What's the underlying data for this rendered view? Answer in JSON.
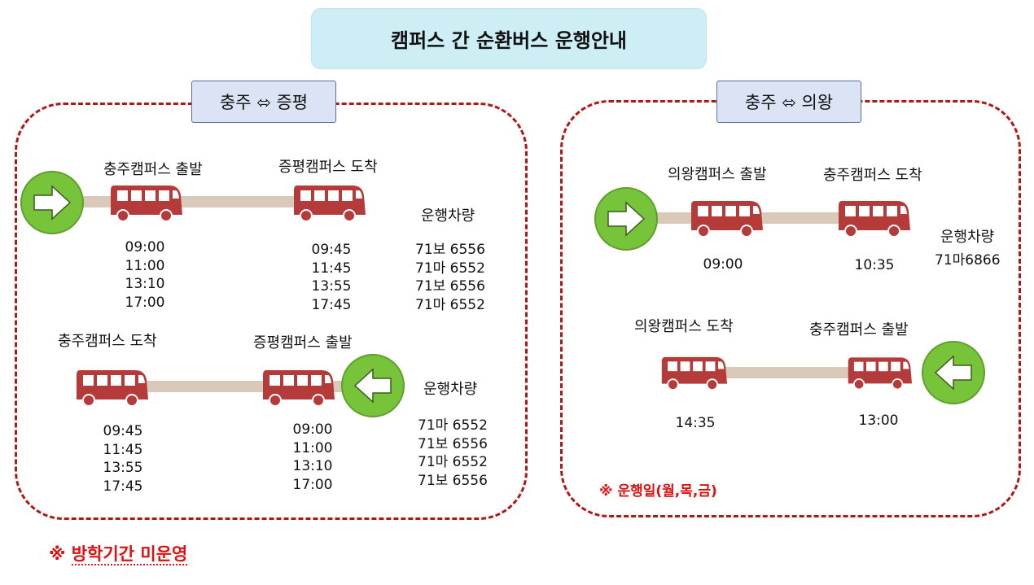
{
  "title": "캠퍼스 간 순환버스 운행안내",
  "colors": {
    "route_dash": "#b01818",
    "bus": "#b53a3a",
    "arrow_circle": "#77c33a",
    "road": "#d8c9b9",
    "note": "#e01010",
    "title_bg": "#cdeef4",
    "tag_bg": "#dbe4f5"
  },
  "left": {
    "tag": "충주 ⬄ 증평",
    "outbound": {
      "depart_label": "충주캠퍼스 출발",
      "arrive_label": "증평캠퍼스 도착",
      "depart_times": [
        "09:00",
        "11:00",
        "13:10",
        "17:00"
      ],
      "arrive_times": [
        "09:45",
        "11:45",
        "13:55",
        "17:45"
      ],
      "vehicle_label": "운행차량",
      "vehicles": [
        "71보 6556",
        "71마 6552",
        "71보 6556",
        "71마 6552"
      ]
    },
    "inbound": {
      "arrive_label": "충주캠퍼스 도착",
      "depart_label": "증평캠퍼스 출발",
      "arrive_times": [
        "09:45",
        "11:45",
        "13:55",
        "17:45"
      ],
      "depart_times": [
        "09:00",
        "11:00",
        "13:10",
        "17:00"
      ],
      "vehicle_label": "운행차량",
      "vehicles": [
        "71마 6552",
        "71보 6556",
        "71마 6552",
        "71보 6556"
      ]
    }
  },
  "right": {
    "tag": "충주 ⬄ 의왕",
    "outbound": {
      "depart_label": "의왕캠퍼스 출발",
      "arrive_label": "충주캠퍼스 도착",
      "depart_time": "09:00",
      "arrive_time": "10:35",
      "vehicle_label": "운행차량",
      "vehicle": "71마6866"
    },
    "inbound": {
      "arrive_label": "의왕캠퍼스 도착",
      "depart_label": "충주캠퍼스 출발",
      "arrive_time": "14:35",
      "depart_time": "13:00"
    },
    "note": "※ 운행일(월,목,금)"
  },
  "vacation_note": {
    "symbol": "※",
    "text": "방학기간 미운영"
  }
}
